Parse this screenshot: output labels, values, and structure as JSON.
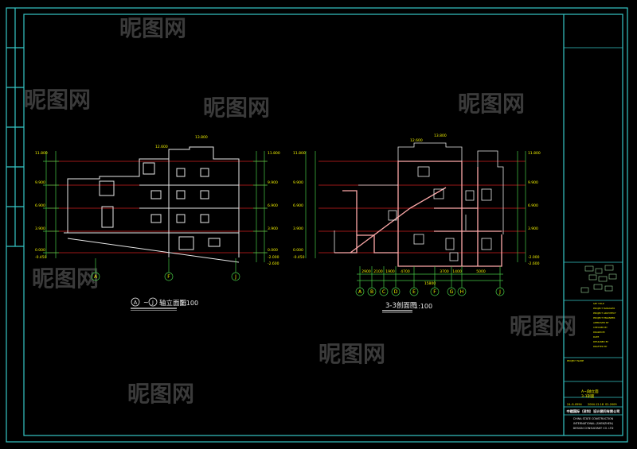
{
  "colors": {
    "background": "#000000",
    "border": "#35c6c6",
    "level_lines": "#d02020",
    "building": "#e8e8e8",
    "cut_section": "#ffaaaa",
    "dimensions": "#46c846",
    "labels": "#f0f000",
    "grid_bubbles": "#46c846",
    "watermark": "#3a3a3a"
  },
  "drawings": {
    "elevation": {
      "grid_from": "A",
      "grid_to": "J",
      "title": "轴立面图",
      "scale": "1:100",
      "axes": [
        "A",
        "F",
        "J"
      ],
      "levels": [
        "11.800",
        "9.900",
        "6.900",
        "3.900",
        "0.000",
        "-0.450"
      ],
      "right_levels": [
        "11.800",
        "9.900",
        "6.900",
        "3.900",
        "0.000",
        "-2.000",
        "-2.600"
      ],
      "top_levels": [
        "12.600",
        "13.800"
      ]
    },
    "section": {
      "title": "3-3剖面图",
      "scale": "1:100",
      "axes": [
        "A",
        "B",
        "C",
        "D",
        "E",
        "F",
        "G",
        "H",
        "J"
      ],
      "dims": [
        "2900",
        "2100",
        "1900",
        "4700",
        "3700",
        "1400",
        "5000"
      ],
      "total_dim": "15800",
      "levels": [
        "11.800",
        "9.900",
        "6.900",
        "3.900",
        "0.000",
        "-0.450"
      ],
      "right_levels": [
        "11.800",
        "9.900",
        "6.900",
        "3.900",
        "-2.000",
        "-2.600"
      ],
      "top_levels": [
        "12.600",
        "13.800"
      ]
    }
  },
  "title_block": {
    "company_cn": "中建国际（深圳）设计顾问有限公司",
    "company_en_1": "CHINA STATE CONSTRUCTION",
    "company_en_2": "INTERNATIONAL (SHENZHEN)",
    "company_en_3": "DESIGN CONSULTANT CO. LTD",
    "fields": [
      "SET TITLE",
      "PROJECT MANAGER",
      "PROJECT ARCHITECT",
      "PROJECT ENGINEER",
      "APPROVED BY",
      "CHECKED BY",
      "DRAWN BY",
      "DATE",
      "DESIGNED BY",
      "DRAFTED BY",
      "PROJECT NAME"
    ],
    "sheet_title_1": "A~J轴立面",
    "sheet_title_2": "3-3剖面",
    "drawing_no": "24-G-0594",
    "date": "2004.12.18",
    "sheet_no": "S2-2009"
  },
  "watermark": "昵图网"
}
